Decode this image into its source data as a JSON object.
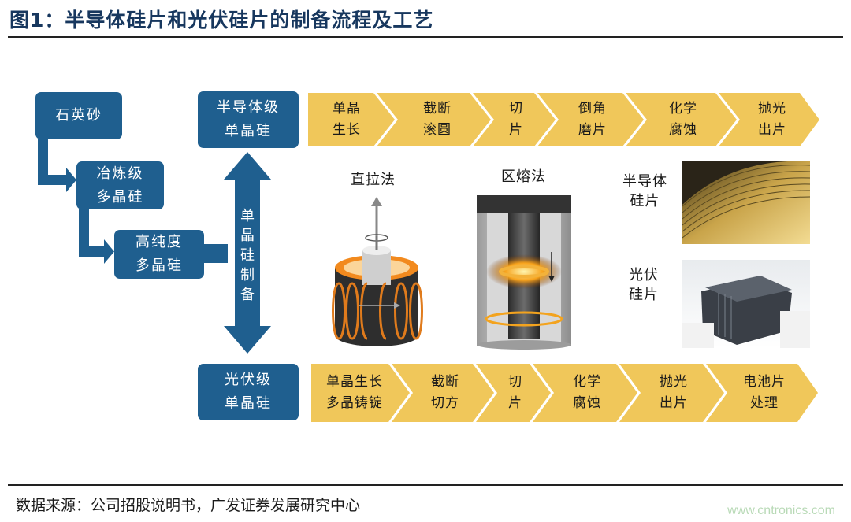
{
  "title": "图1：半导体硅片和光伏硅片的制备流程及工艺",
  "source": "数据来源：公司招股说明书，广发证券发展研究中心",
  "watermark": "www.cntronics.com",
  "colors": {
    "box": "#1f5f8f",
    "chevron": "#f0c75a",
    "title": "#17375e",
    "glow": "#f28a1e"
  },
  "left_chain": {
    "quartz": "石英砂",
    "metallurgical": "冶炼级\n多晶硅",
    "high_purity": "高纯度\n多晶硅"
  },
  "center": {
    "semi_grade": "半导体级\n单晶硅",
    "pv_grade": "光伏级\n单晶硅",
    "vertical_label": "单\n晶\n硅\n制\n备"
  },
  "semi_process": [
    "单晶\n生长",
    "截断\n滚圆",
    "切\n片",
    "倒角\n磨片",
    "化学\n腐蚀",
    "抛光\n出片"
  ],
  "pv_process": [
    "单晶生长\n多晶铸锭",
    "截断\n切方",
    "切\n片",
    "化学\n腐蚀",
    "抛光\n出片",
    "电池片\n处理"
  ],
  "methods": {
    "czochralski": "直拉法",
    "float_zone": "区熔法"
  },
  "products": {
    "semi_wafer": "半导体\n硅片",
    "pv_wafer": "光伏\n硅片"
  }
}
